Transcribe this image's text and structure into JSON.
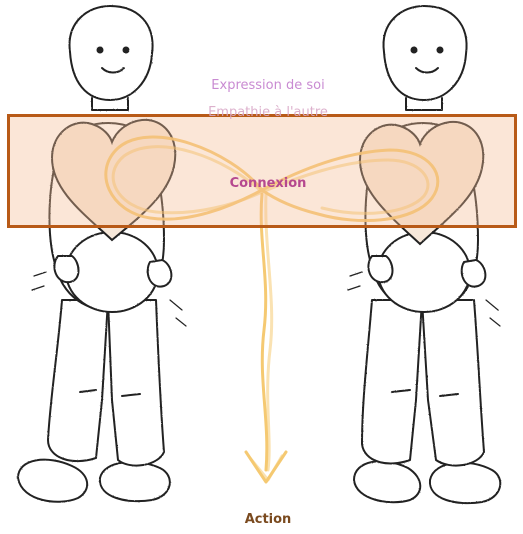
{
  "labels": {
    "expression": "Expression de soi",
    "empathie": "Empathie à l'autre",
    "connexion": "Connexion",
    "action": "Action"
  },
  "colors": {
    "expression": "#c98bd2",
    "connexion": "#b5488f",
    "action": "#7a4a1f",
    "infinity_stroke": "#f4c463",
    "highlight_border": "#b85a17",
    "highlight_fill": "#f4be96",
    "outline": "#222222"
  },
  "icons": [
    "left-person-icon",
    "right-person-icon",
    "left-heart-icon",
    "right-heart-icon",
    "infinity-loop-icon",
    "down-arrow-icon"
  ]
}
